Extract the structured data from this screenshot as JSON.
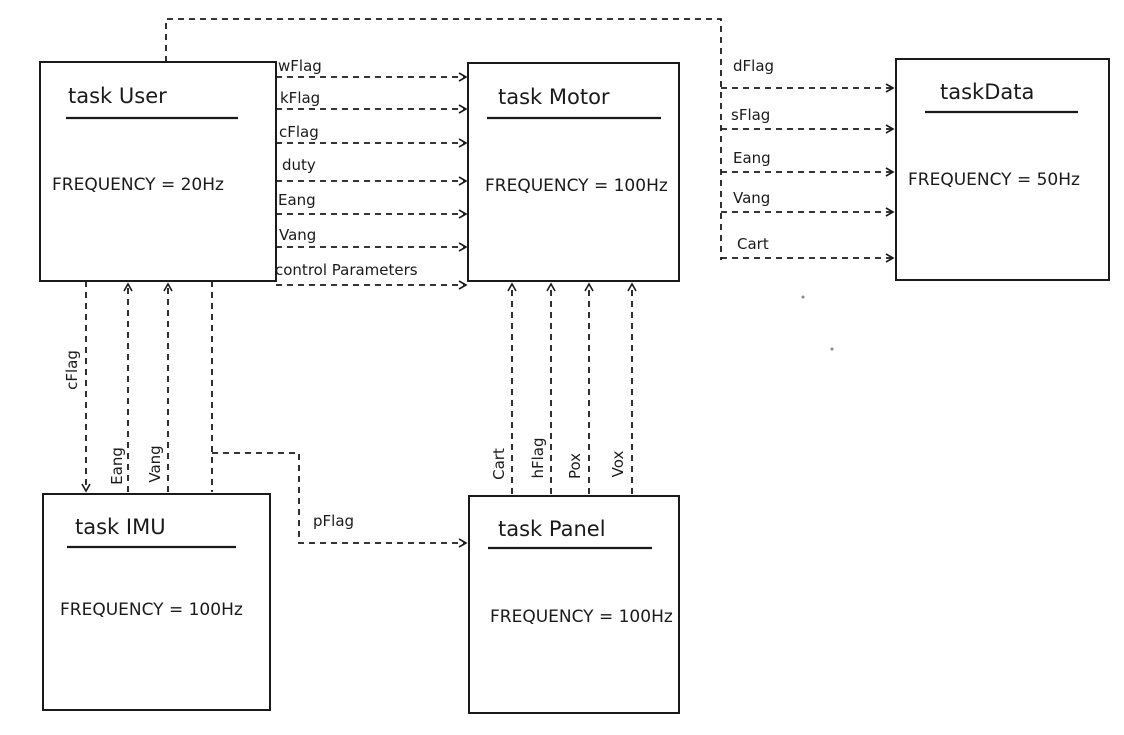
{
  "tasks": {
    "user": {
      "name": "task User",
      "frequency": "FREQUENCY = 20Hz"
    },
    "motor": {
      "name": "task Motor",
      "frequency": "FREQUENCY = 100Hz"
    },
    "data": {
      "name": "taskData",
      "frequency": "FREQUENCY = 50Hz"
    },
    "imu": {
      "name": "task IMU",
      "frequency": "FREQUENCY = 100Hz"
    },
    "panel": {
      "name": "task Panel",
      "frequency": "FREQUENCY = 100Hz"
    }
  },
  "flows": {
    "user_to_motor": [
      "wFlag",
      "kFlag",
      "cFlag",
      "duty",
      "Eang",
      "Vang",
      "control Parameters"
    ],
    "user_to_data": [
      "dFlag",
      "sFlag",
      "Eang",
      "Vang",
      "Cart"
    ],
    "user_imu": [
      "cFlag",
      "Eang",
      "Vang"
    ],
    "user_to_panel": "pFlag",
    "panel_to_motor": [
      "Cart",
      "hFlag",
      "Pox",
      "Vox"
    ]
  },
  "colors": {
    "ink": "#1a1a1a",
    "paper": "#ffffff"
  }
}
